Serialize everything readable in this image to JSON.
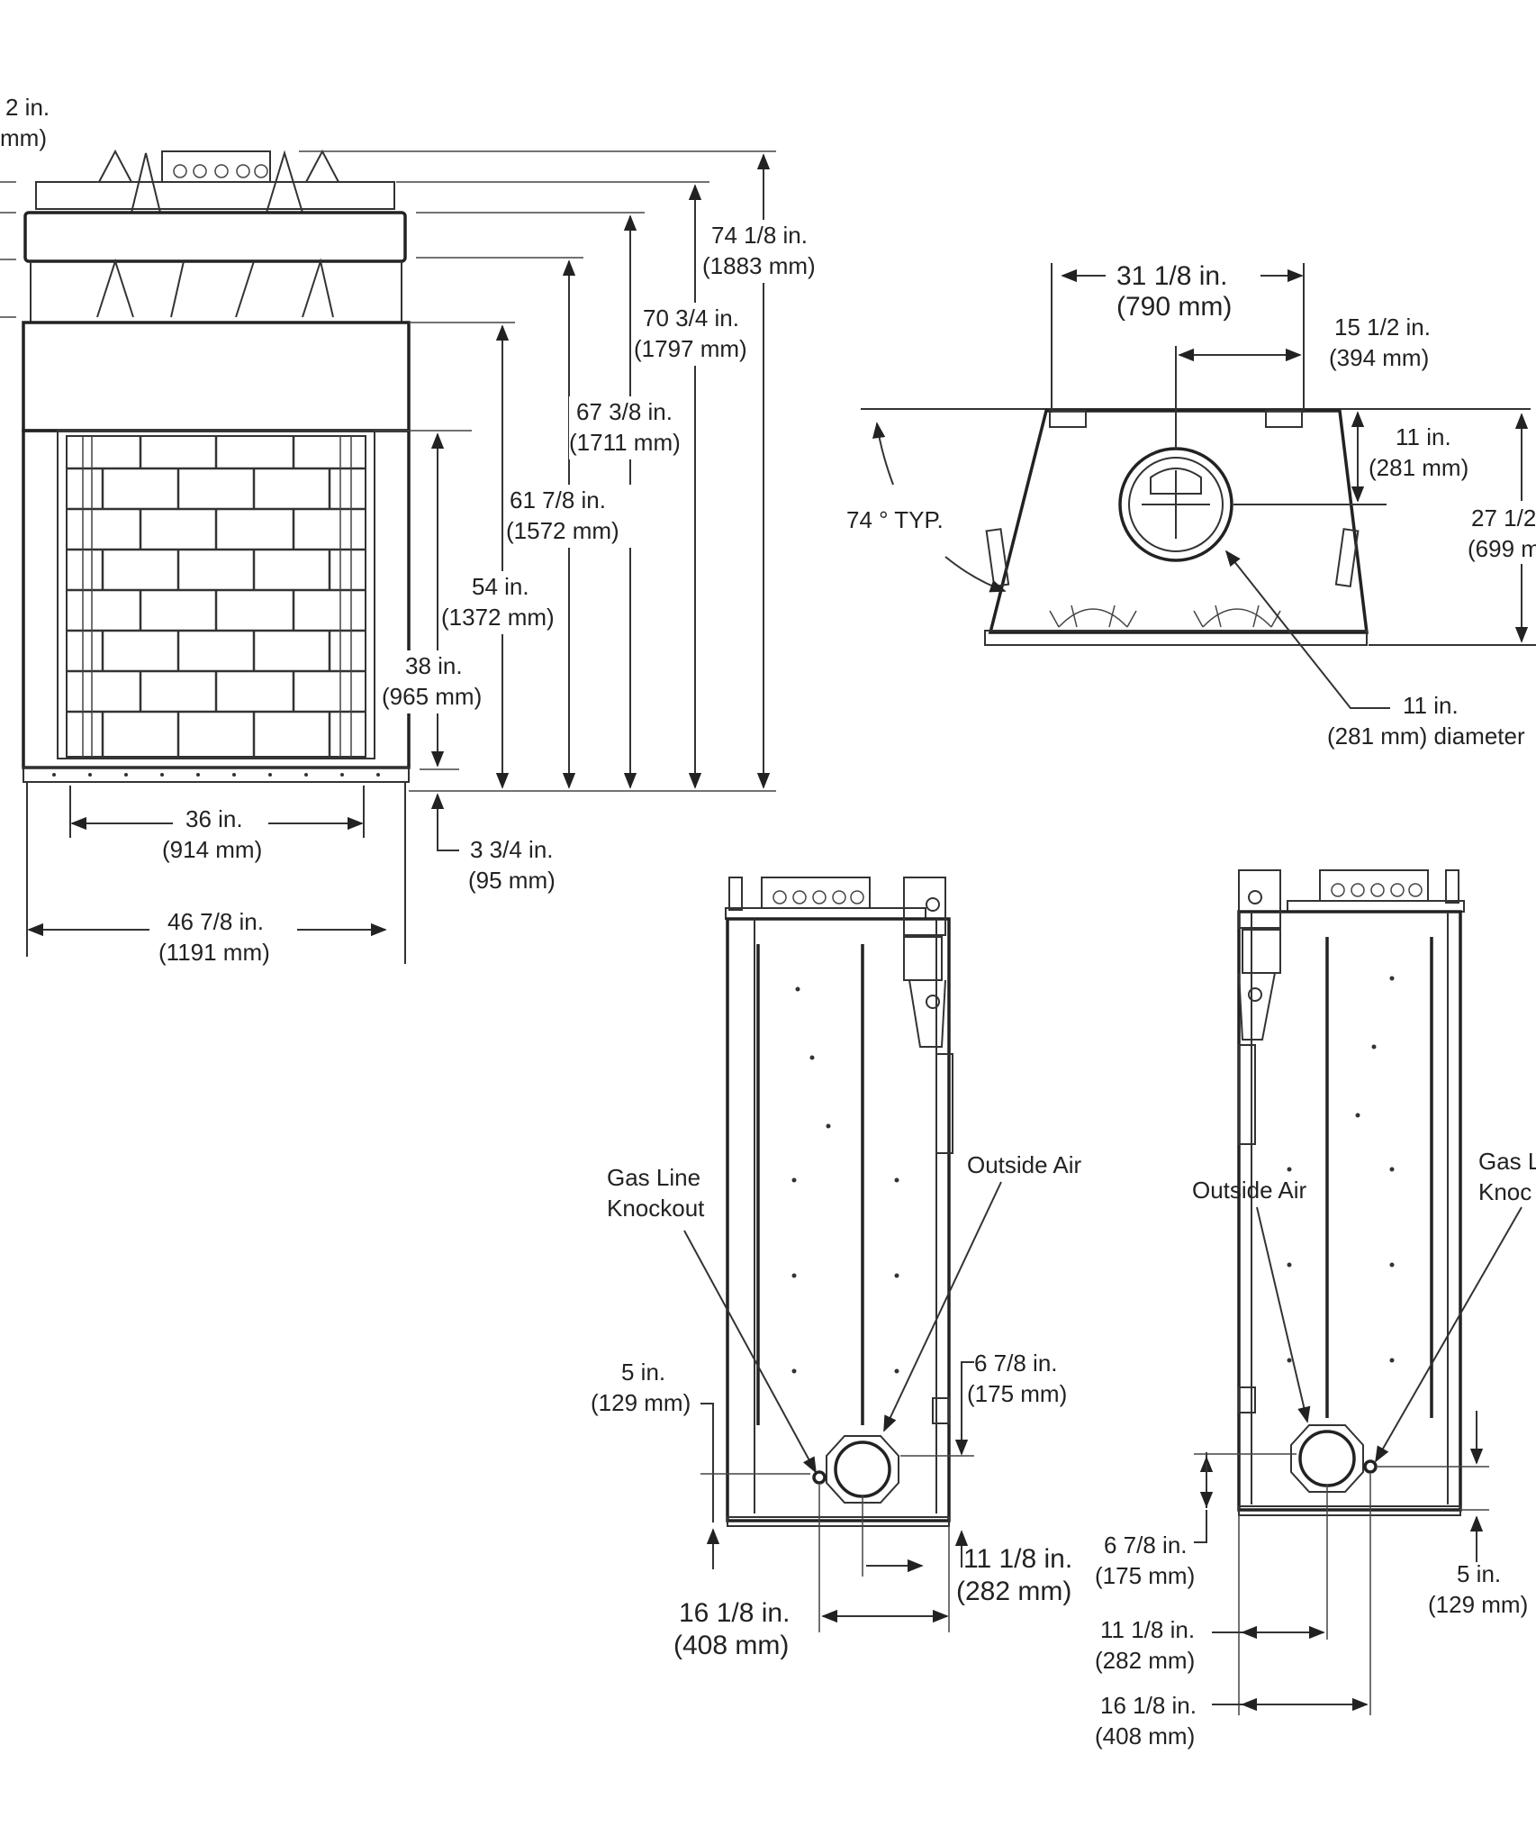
{
  "colors": {
    "ink": "#222222",
    "paper": "#ffffff"
  },
  "front_view": {
    "left_edge_top": {
      "in": "2 in.",
      "mm": "mm)"
    },
    "dim_74_1_8": {
      "in": "74 1/8 in.",
      "mm": "(1883 mm)"
    },
    "dim_70_3_4": {
      "in": "70 3/4 in.",
      "mm": "(1797 mm)"
    },
    "dim_67_3_8": {
      "in": "67 3/8 in.",
      "mm": "(1711 mm)"
    },
    "dim_61_7_8": {
      "in": "61 7/8  in.",
      "mm": "(1572 mm)"
    },
    "dim_54": {
      "in": "54 in.",
      "mm": "(1372 mm)"
    },
    "dim_38": {
      "in": "38 in.",
      "mm": "(965 mm)"
    },
    "dim_36": {
      "in": "36 in.",
      "mm": "(914 mm)"
    },
    "dim_3_3_4": {
      "in": "3 3/4 in.",
      "mm": "(95 mm)"
    },
    "dim_46_7_8": {
      "in": "46 7/8 in.",
      "mm": "(1191 mm)"
    }
  },
  "top_view": {
    "dim_31_1_8": {
      "in": "31 1/8 in.",
      "mm": "(790 mm)"
    },
    "dim_15_1_2": {
      "in": "15 1/2 in.",
      "mm": "(394 mm)"
    },
    "dim_11_top": {
      "in": "11 in.",
      "mm": "(281 mm)"
    },
    "dim_27_1_2": {
      "in": "27 1/2",
      "mm": "(699 m"
    },
    "angle": "74 ° TYP.",
    "dim_11_diameter": {
      "in": "11 in.",
      "mm": "(281 mm) diameter"
    }
  },
  "side_view_left": {
    "gas_line": [
      "Gas Line",
      "Knockout"
    ],
    "outside_air": "Outside Air",
    "dim_5": {
      "in": "5 in.",
      "mm": "(129 mm)"
    },
    "dim_6_7_8": {
      "in": "6 7/8 in.",
      "mm": "(175 mm)"
    },
    "dim_11_1_8": {
      "in": "11 1/8 in.",
      "mm": "(282 mm)"
    },
    "dim_16_1_8": {
      "in": "16 1/8 in.",
      "mm": "(408 mm)"
    }
  },
  "side_view_right": {
    "outside_air": "Outside Air",
    "gas_line": [
      "Gas L",
      "Knoc"
    ],
    "dim_6_7_8": {
      "in": "6 7/8 in.",
      "mm": "(175 mm)"
    },
    "dim_5": {
      "in": "5 in.",
      "mm": "(129 mm)"
    },
    "dim_11_1_8": {
      "in": "11 1/8 in.",
      "mm": "(282 mm)"
    },
    "dim_16_1_8": {
      "in": "16 1/8 in.",
      "mm": "(408 mm)"
    }
  }
}
